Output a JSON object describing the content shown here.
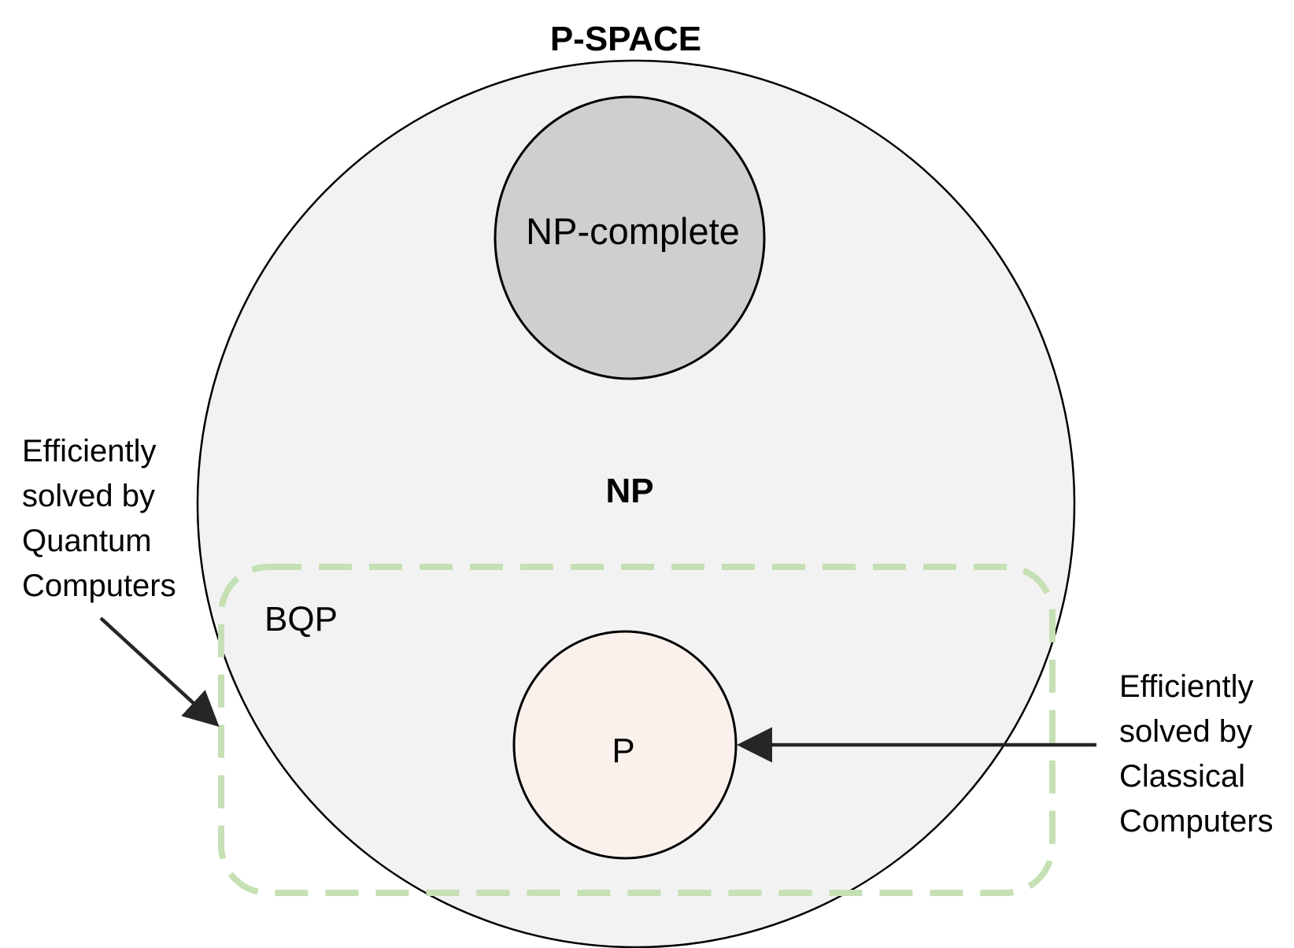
{
  "diagram": {
    "labels": {
      "pspace": "P-SPACE",
      "np_complete": "NP-complete",
      "np": "NP",
      "bqp": "BQP",
      "p": "P"
    },
    "annotations": {
      "quantum": {
        "line1": "Efficiently",
        "line2": "solved by",
        "line3": "Quantum",
        "line4": "Computers"
      },
      "classical": {
        "line1": "Efficiently",
        "line2": "solved by",
        "line3": "Classical",
        "line4": "Computers"
      }
    },
    "colors": {
      "pspace_fill": "#f2f2f2",
      "np_complete_fill": "#d0cfd0",
      "p_fill": "#fbf1ec",
      "bqp_border": "#c5e0b4",
      "outline": "#000000",
      "arrow": "#262626"
    }
  }
}
